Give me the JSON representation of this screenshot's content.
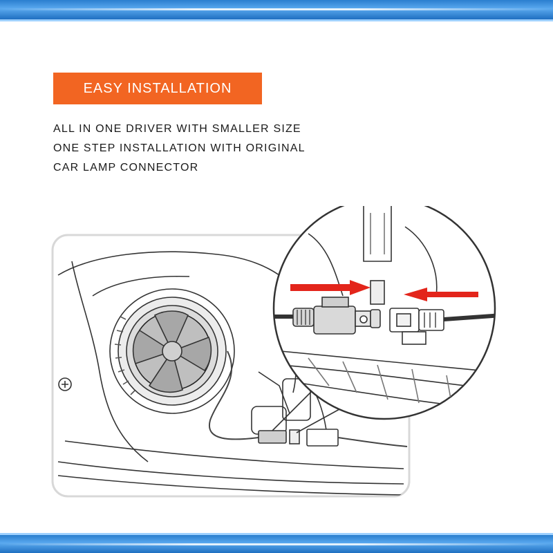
{
  "heading": "EASY INSTALLATION",
  "description_lines": [
    "ALL IN ONE DRIVER WITH SMALLER SIZE",
    "ONE STEP INSTALLATION WITH ORIGINAL",
    "CAR LAMP CONNECTOR"
  ],
  "colors": {
    "accent": "#f26522",
    "band": "#2a7ecf",
    "arrow": "#e3251b",
    "line": "#333333"
  },
  "icons": {
    "arrow_left": "red-arrow-right-icon",
    "arrow_right": "red-arrow-left-icon"
  }
}
